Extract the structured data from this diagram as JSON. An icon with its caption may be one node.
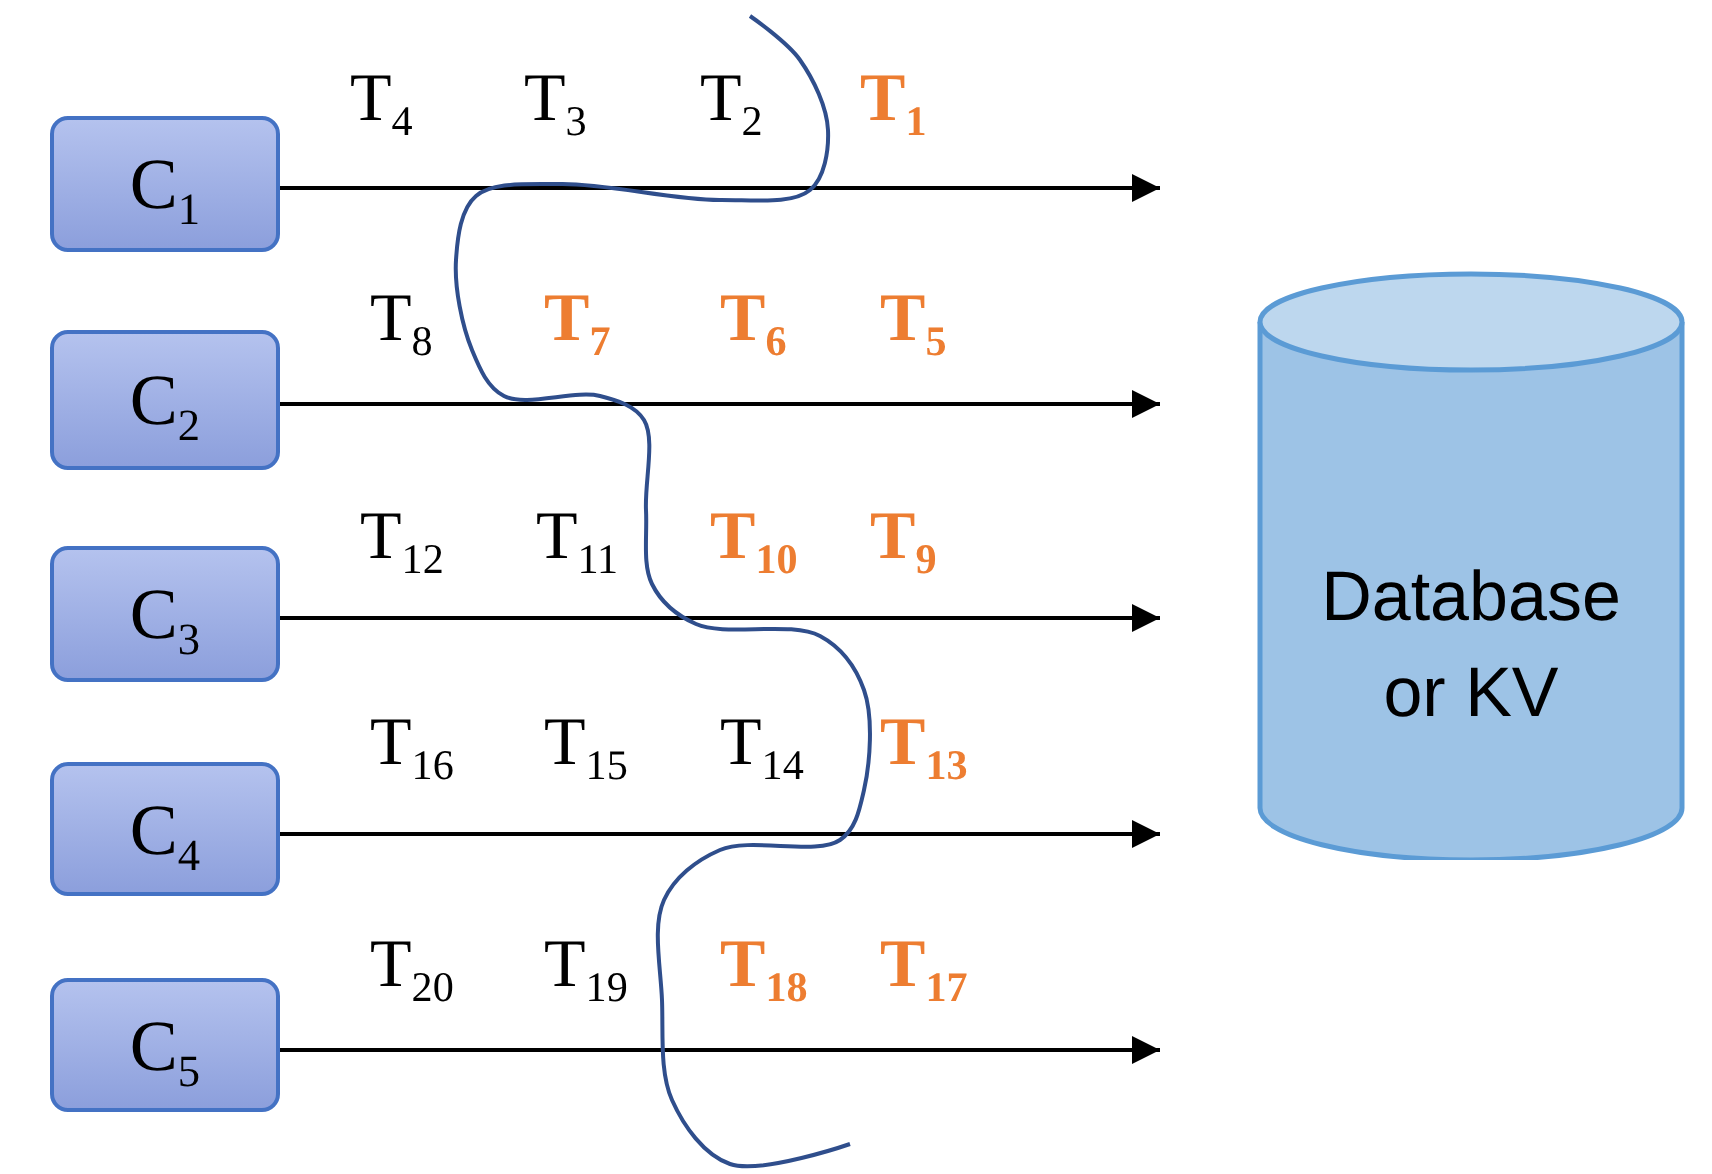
{
  "diagram": {
    "nodes": [
      {
        "text": [
          "C$_{1}$"
        ]
      },
      {
        "text": [
          "C$_{2}$"
        ]
      },
      {
        "text": [
          "C$_{3}$"
        ]
      },
      {
        "text": [
          "C$_{4}$"
        ]
      },
      {
        "text": [
          "C$_{5}$"
        ]
      },
      {
        "text": [
          "Database or KV"
        ]
      }
    ],
    "edges": [
      {
        "from": 0,
        "to": null,
        "arrow": "to"
      },
      {
        "from": 1,
        "to": null,
        "arrow": "to"
      },
      {
        "from": 2,
        "to": null,
        "arrow": "to"
      },
      {
        "from": 3,
        "to": null,
        "arrow": "to"
      },
      {
        "from": 4,
        "to": null,
        "arrow": "to"
      }
    ],
    "labels": [
      "T$_{4}$",
      "T$_{3}$",
      "T$_{2}$",
      "T$_{1}$",
      "T$_{8}$",
      "T$_{7}$",
      "T$_{6}$",
      "T$_{5}$",
      "T$_{12}$",
      "T$_{11}$",
      "T$_{10}$",
      "T$_{9}$",
      "T$_{16}$",
      "T$_{15}$",
      "T$_{14}$",
      "T$_{13}$",
      "T$_{20}$",
      "T$_{19}$",
      "T$_{18}$",
      "T$_{17}$"
    ]
  }
}
